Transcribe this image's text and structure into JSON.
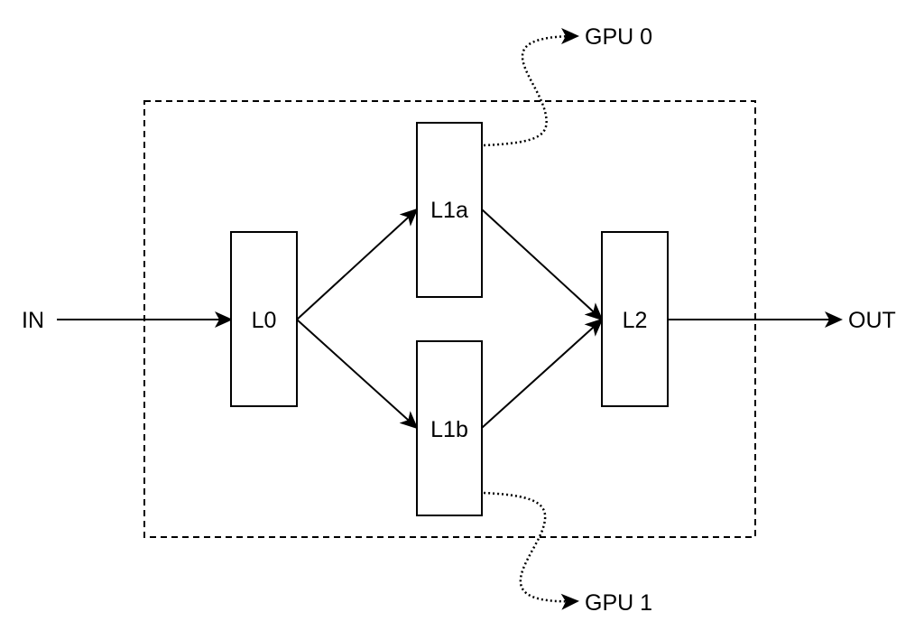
{
  "diagram": {
    "type": "neural-network-model-parallel",
    "colors": {
      "stroke": "#000000",
      "fill": "#ffffff",
      "text": "#000000"
    },
    "input_label": "IN",
    "output_label": "OUT",
    "layers": {
      "l0": "L0",
      "l1a": "L1a",
      "l1b": "L1b",
      "l2": "L2"
    },
    "devices": {
      "gpu0": "GPU 0",
      "gpu1": "GPU 1"
    },
    "edges": [
      {
        "from": "IN",
        "to": "L0",
        "style": "solid"
      },
      {
        "from": "L0",
        "to": "L1a",
        "style": "solid"
      },
      {
        "from": "L0",
        "to": "L1b",
        "style": "solid"
      },
      {
        "from": "L1a",
        "to": "L2",
        "style": "solid"
      },
      {
        "from": "L1b",
        "to": "L2",
        "style": "solid"
      },
      {
        "from": "L2",
        "to": "OUT",
        "style": "solid"
      },
      {
        "from": "L1a",
        "to": "GPU 0",
        "style": "dotted"
      },
      {
        "from": "L1b",
        "to": "GPU 1",
        "style": "dotted"
      }
    ],
    "group": {
      "style": "dashed",
      "contains": [
        "L0",
        "L1a",
        "L1b",
        "L2"
      ]
    }
  }
}
